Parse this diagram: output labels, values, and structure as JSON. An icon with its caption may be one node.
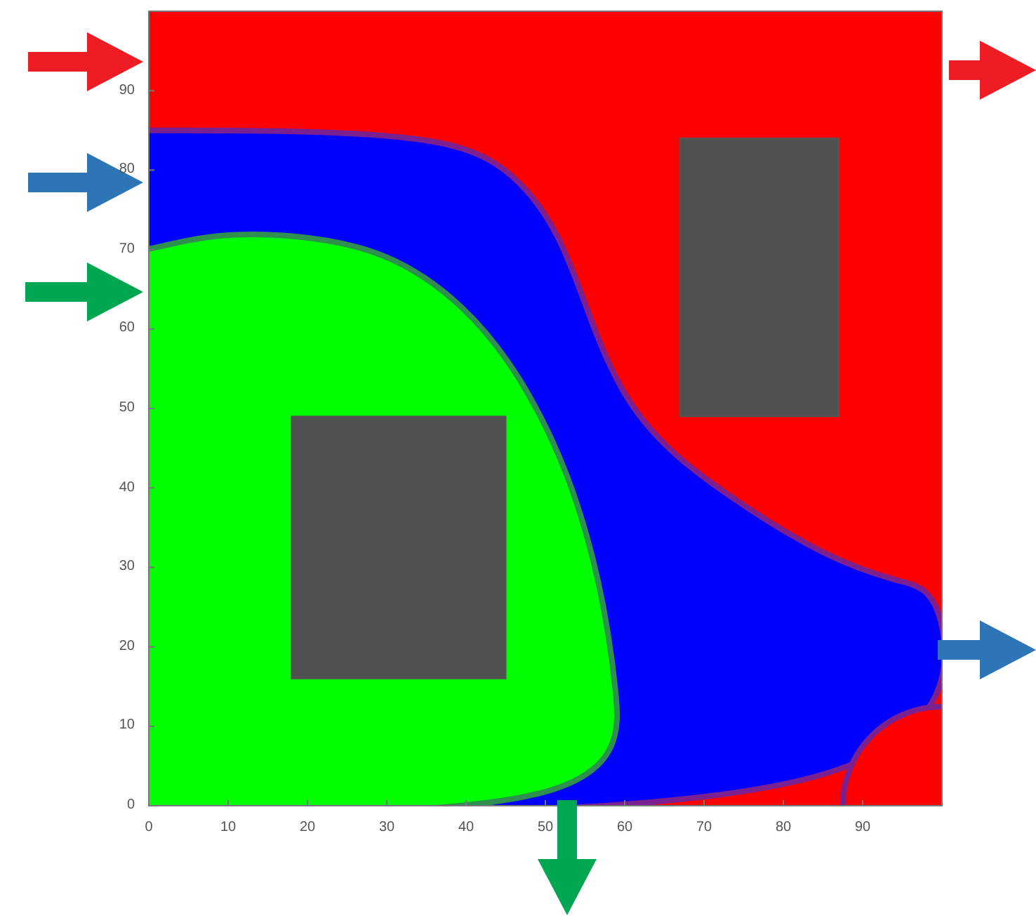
{
  "diagram": {
    "labels": [
      "90",
      "80",
      "70",
      "60",
      "50",
      "40",
      "30",
      "20",
      "10",
      "0",
      "0",
      "10",
      "20",
      "30",
      "40",
      "50",
      "60",
      "70",
      "80",
      "90"
    ]
  }
}
